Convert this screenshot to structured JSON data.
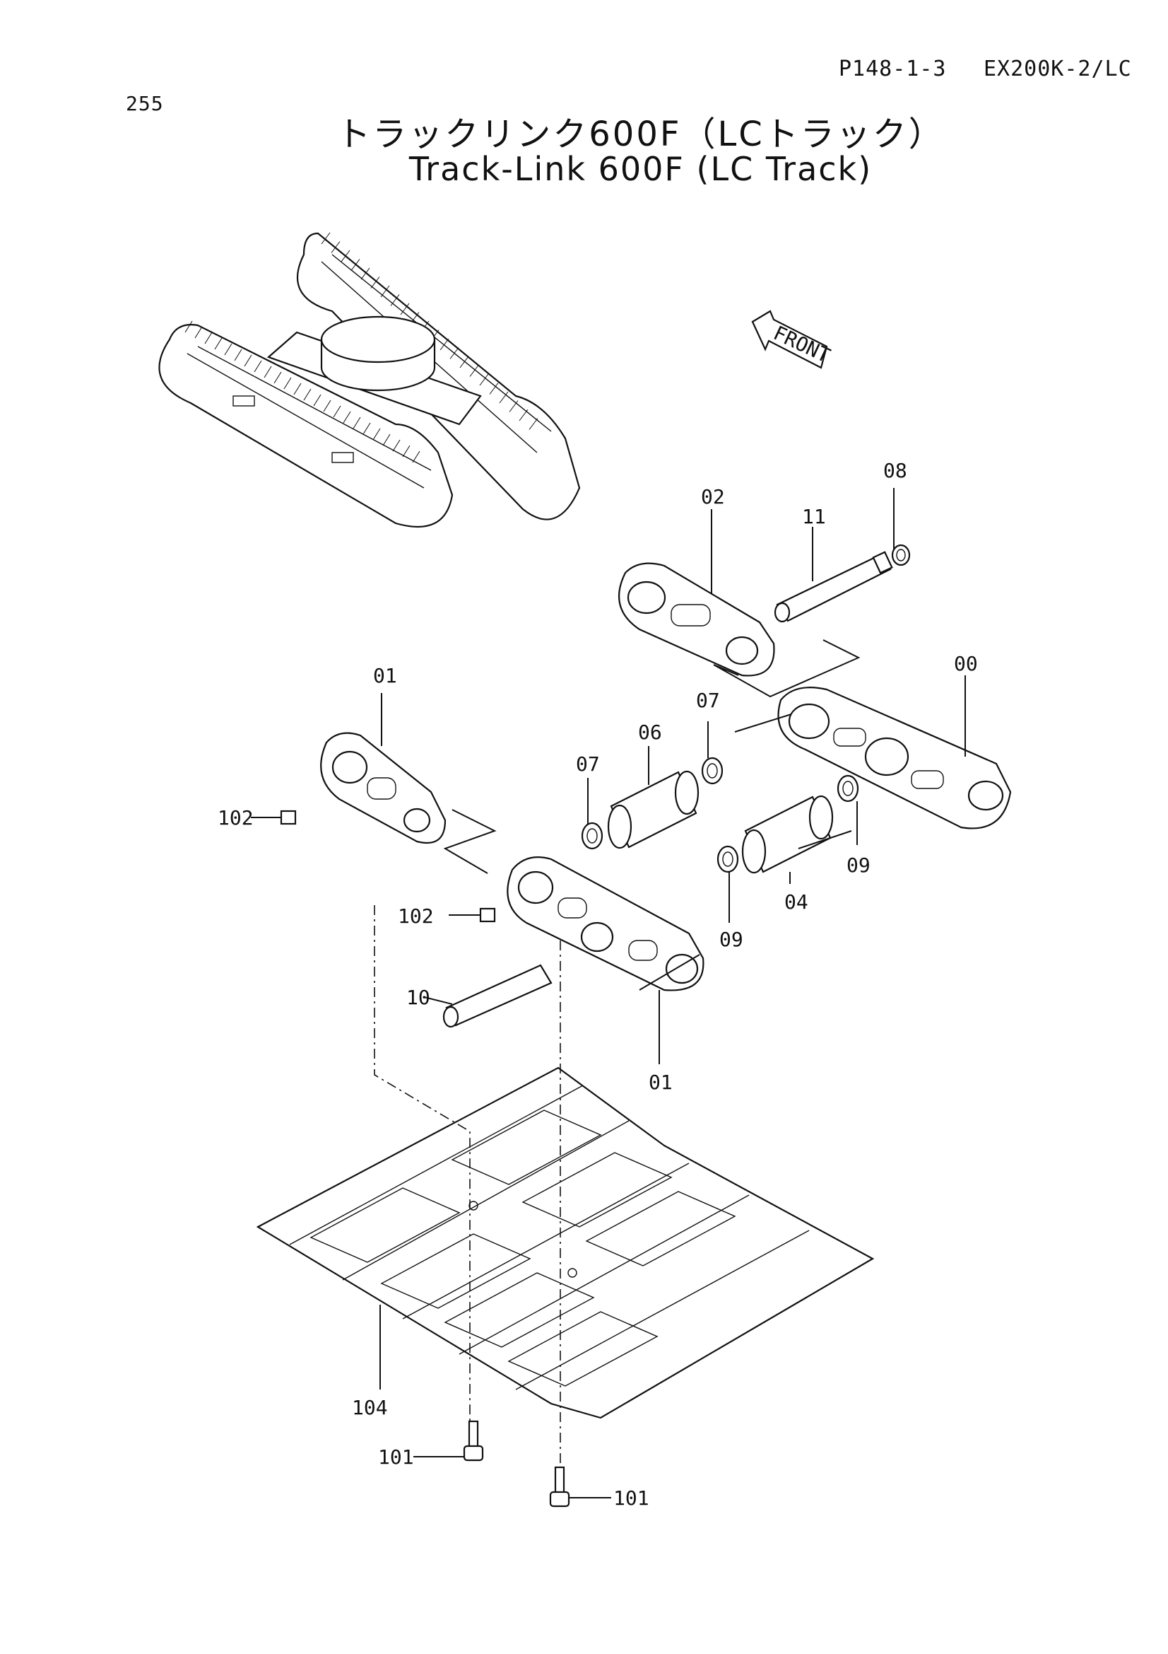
{
  "header": {
    "page_number": "255",
    "code": "P148-1-3",
    "model": "EX200K-2/LC"
  },
  "title": {
    "japanese": "トラックリンク600F（LCトラック）",
    "english": "Track-Link 600F (LC Track)"
  },
  "front_marker": "FRONT",
  "callouts": [
    {
      "id": "c-08",
      "label": "08"
    },
    {
      "id": "c-02",
      "label": "02"
    },
    {
      "id": "c-11",
      "label": "11"
    },
    {
      "id": "c-00",
      "label": "00"
    },
    {
      "id": "c-01a",
      "label": "01"
    },
    {
      "id": "c-07a",
      "label": "07"
    },
    {
      "id": "c-07b",
      "label": "07"
    },
    {
      "id": "c-06",
      "label": "06"
    },
    {
      "id": "c-102a",
      "label": "102"
    },
    {
      "id": "c-102b",
      "label": "102"
    },
    {
      "id": "c-09a",
      "label": "09"
    },
    {
      "id": "c-09b",
      "label": "09"
    },
    {
      "id": "c-04",
      "label": "04"
    },
    {
      "id": "c-10",
      "label": "10"
    },
    {
      "id": "c-01b",
      "label": "01"
    },
    {
      "id": "c-104",
      "label": "104"
    },
    {
      "id": "c-101a",
      "label": "101"
    },
    {
      "id": "c-101b",
      "label": "101"
    }
  ]
}
